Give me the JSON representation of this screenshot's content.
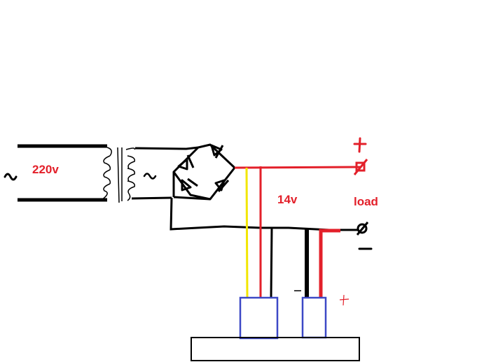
{
  "labels": {
    "input_voltage": "220v",
    "output_voltage": "14v",
    "load": "load"
  },
  "colors": {
    "wire_black": "#000000",
    "wire_red": "#e3202a",
    "wire_yellow": "#f2e600",
    "module_blue": "#3c48c6",
    "label_red": "#e3202a"
  },
  "icons": {
    "ac_source": "tilde",
    "transformer": "coil-pair",
    "rectifier": "diode-bridge",
    "terminal": "screw-terminal"
  }
}
